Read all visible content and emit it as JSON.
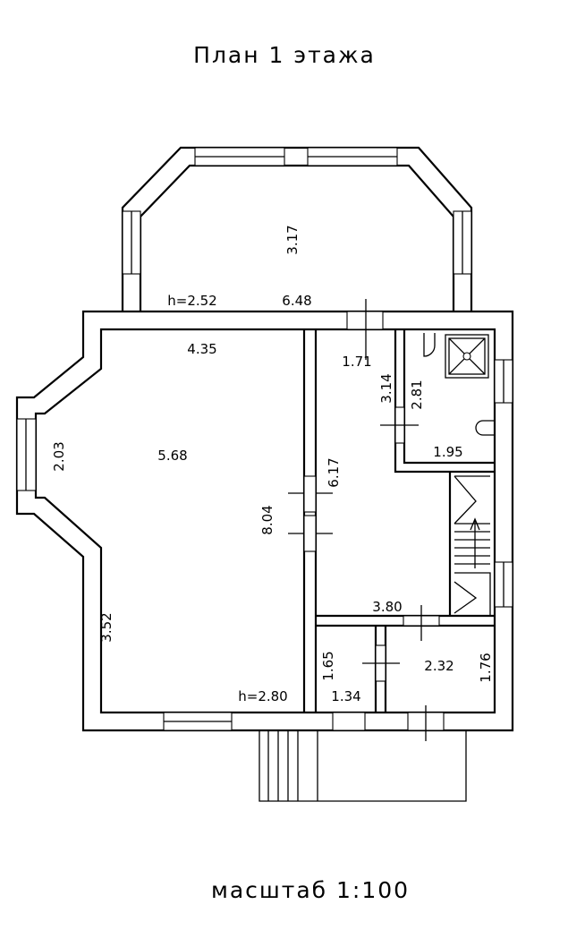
{
  "title": "План 1 этажа",
  "scale": "масштаб 1:100",
  "labels": {
    "bay_top_height": "3.17",
    "upper_ceiling": "h=2.52",
    "upper_width": "6.48",
    "room_living_width": "4.35",
    "bay_left_length": "2.03",
    "living_area_depth": "5.68",
    "living_height": "8.04",
    "living_lower_depth": "3.52",
    "lower_ceiling": "h=2.80",
    "hall_door": "1.71",
    "hall_depth": "3.14",
    "hall_length": "6.17",
    "bath_depth": "2.81",
    "bath_width": "1.95",
    "stair_width": "3.80",
    "wc_depth": "1.65",
    "wc_width": "1.34",
    "entry_width": "2.32",
    "entry_depth": "1.76"
  }
}
